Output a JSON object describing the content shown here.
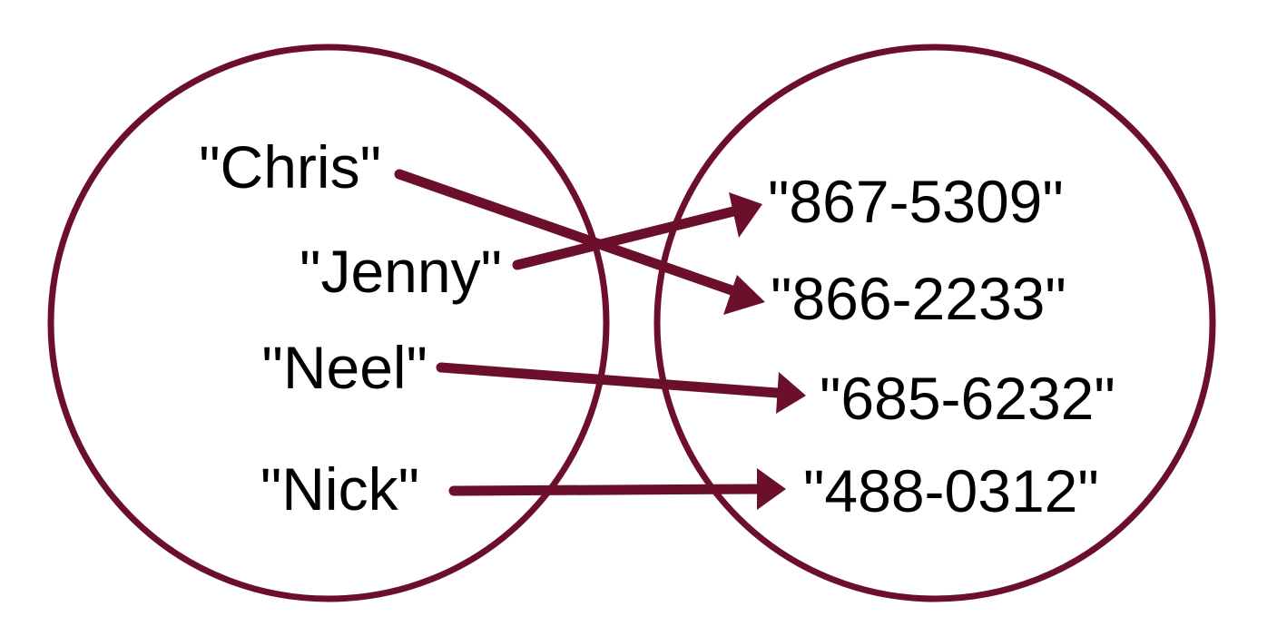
{
  "colors": {
    "accent": "#6b0f2b",
    "text": "#000000",
    "background": "#ffffff"
  },
  "domain_set": {
    "items": [
      "\"Chris\"",
      "\"Jenny\"",
      "\"Neel\"",
      "\"Nick\""
    ]
  },
  "codomain_set": {
    "items": [
      "\"867-5309\"",
      "\"866-2233\"",
      "\"685-6232\"",
      "\"488-0312\""
    ]
  },
  "mappings": [
    {
      "from": "\"Chris\"",
      "to": "\"866-2233\""
    },
    {
      "from": "\"Jenny\"",
      "to": "\"867-5309\""
    },
    {
      "from": "\"Neel\"",
      "to": "\"685-6232\""
    },
    {
      "from": "\"Nick\"",
      "to": "\"488-0312\""
    }
  ]
}
